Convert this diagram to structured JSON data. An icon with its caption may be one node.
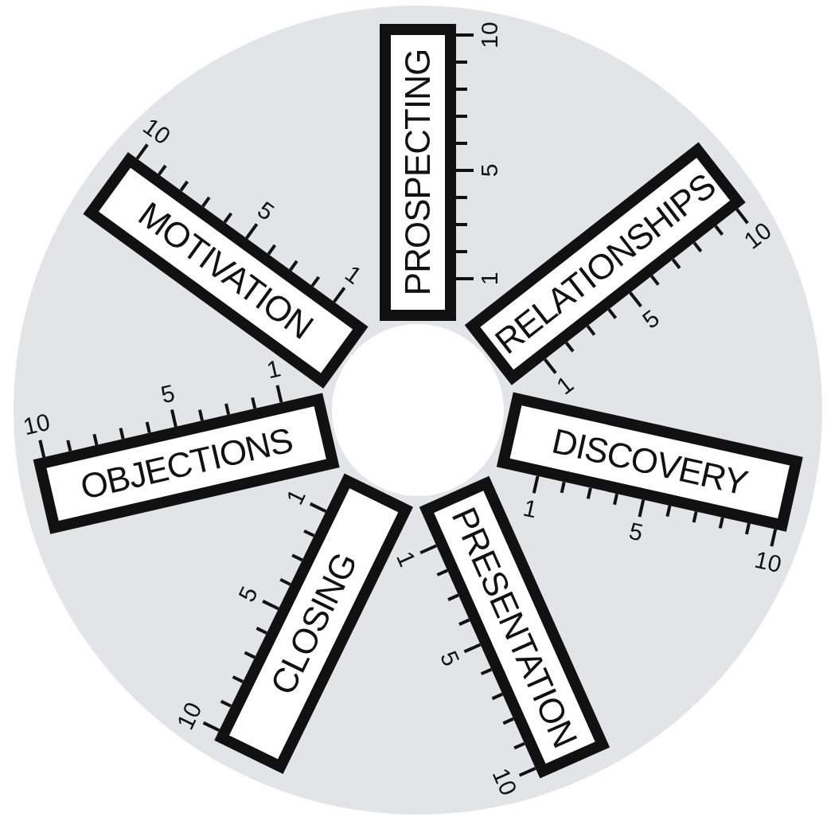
{
  "diagram": {
    "nodes": [
      {
        "text": [
          "PROSPECTING"
        ]
      },
      {
        "text": [
          "RELATIONSHIPS"
        ]
      },
      {
        "text": [
          "DISCOVERY"
        ]
      },
      {
        "text": [
          "PRESENTATION"
        ]
      },
      {
        "text": [
          "CLOSING"
        ]
      },
      {
        "text": [
          "OBJECTIONS"
        ]
      },
      {
        "text": [
          "MOTIVATION"
        ]
      }
    ],
    "labels": [
      "1",
      "5",
      "10",
      "1",
      "5",
      "10",
      "1",
      "5",
      "10",
      "1",
      "5",
      "10",
      "1",
      "5",
      "10",
      "1",
      "5",
      "10",
      "1",
      "5",
      "10"
    ]
  }
}
